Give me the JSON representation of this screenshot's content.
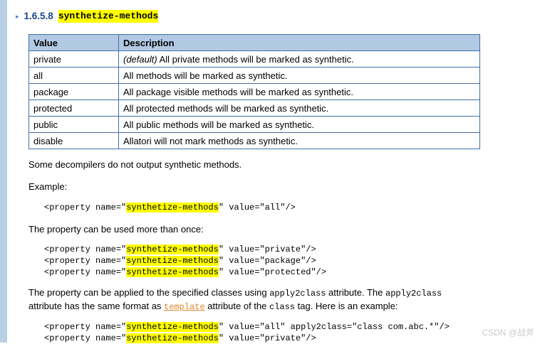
{
  "page": {
    "watermark": "CSDN @战斧"
  },
  "heading": {
    "arrow": "▸",
    "number": "1.6.5.8",
    "title": "synthetize-methods"
  },
  "table": {
    "headers": [
      "Value",
      "Description"
    ],
    "rows": [
      {
        "value": "private",
        "desc_em": "(default)",
        "desc": " All private methods will be marked as synthetic."
      },
      {
        "value": "all",
        "desc": "All methods will be marked as synthetic."
      },
      {
        "value": "package",
        "desc": "All package visible methods will be marked as synthetic."
      },
      {
        "value": "protected",
        "desc": "All protected methods will be marked as synthetic."
      },
      {
        "value": "public",
        "desc": "All public methods will be marked as synthetic."
      },
      {
        "value": "disable",
        "desc": "Allatori will not mark methods as synthetic."
      }
    ]
  },
  "paragraphs": {
    "p1": "Some decompilers do not output synthetic methods.",
    "p2": "Example:",
    "p3": "The property can be used more than once:",
    "p4": {
      "t1": "The property can be applied to the specified classes using ",
      "m1": "apply2class",
      "t2": " attribute. The ",
      "m2": "apply2class",
      "t3": " attribute has the same format as ",
      "link": "template",
      "t4": " attribute of the ",
      "m3": "class",
      "t5": " tag. Here is an example:"
    }
  },
  "code": {
    "example1": {
      "prefix": "<property name=\"",
      "name": "synthetize-methods",
      "suffix": "\" value=\"all\"/>"
    },
    "multi": [
      {
        "prefix": "<property name=\"",
        "name": "synthetize-methods",
        "suffix": "\" value=\"private\"/>"
      },
      {
        "prefix": "<property name=\"",
        "name": "synthetize-methods",
        "suffix": "\" value=\"package\"/>"
      },
      {
        "prefix": "<property name=\"",
        "name": "synthetize-methods",
        "suffix": "\" value=\"protected\"/>"
      }
    ],
    "apply": [
      {
        "prefix": "<property name=\"",
        "name": "synthetize-methods",
        "suffix": "\" value=\"all\" apply2class=\"class com.abc.*\"/>"
      },
      {
        "prefix": "<property name=\"",
        "name": "synthetize-methods",
        "suffix": "\" value=\"private\"/>"
      }
    ]
  }
}
